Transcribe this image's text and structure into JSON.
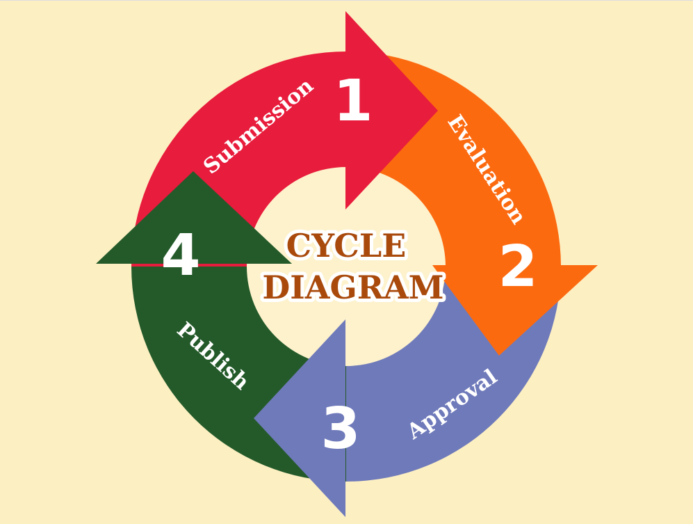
{
  "title": {
    "line1": "CYCLE",
    "line2": "DIAGRAM"
  },
  "colors": {
    "background": "#fcefc2",
    "center": "#fdf2cc",
    "title": "#a94a0c"
  },
  "steps": [
    {
      "number": "1",
      "label": "Submission",
      "color": "#e81c3c"
    },
    {
      "number": "2",
      "label": "Evaluation",
      "color": "#fc6a10"
    },
    {
      "number": "3",
      "label": "Approval",
      "color": "#6f7aba"
    },
    {
      "number": "4",
      "label": "Publish",
      "color": "#245a2a"
    }
  ]
}
